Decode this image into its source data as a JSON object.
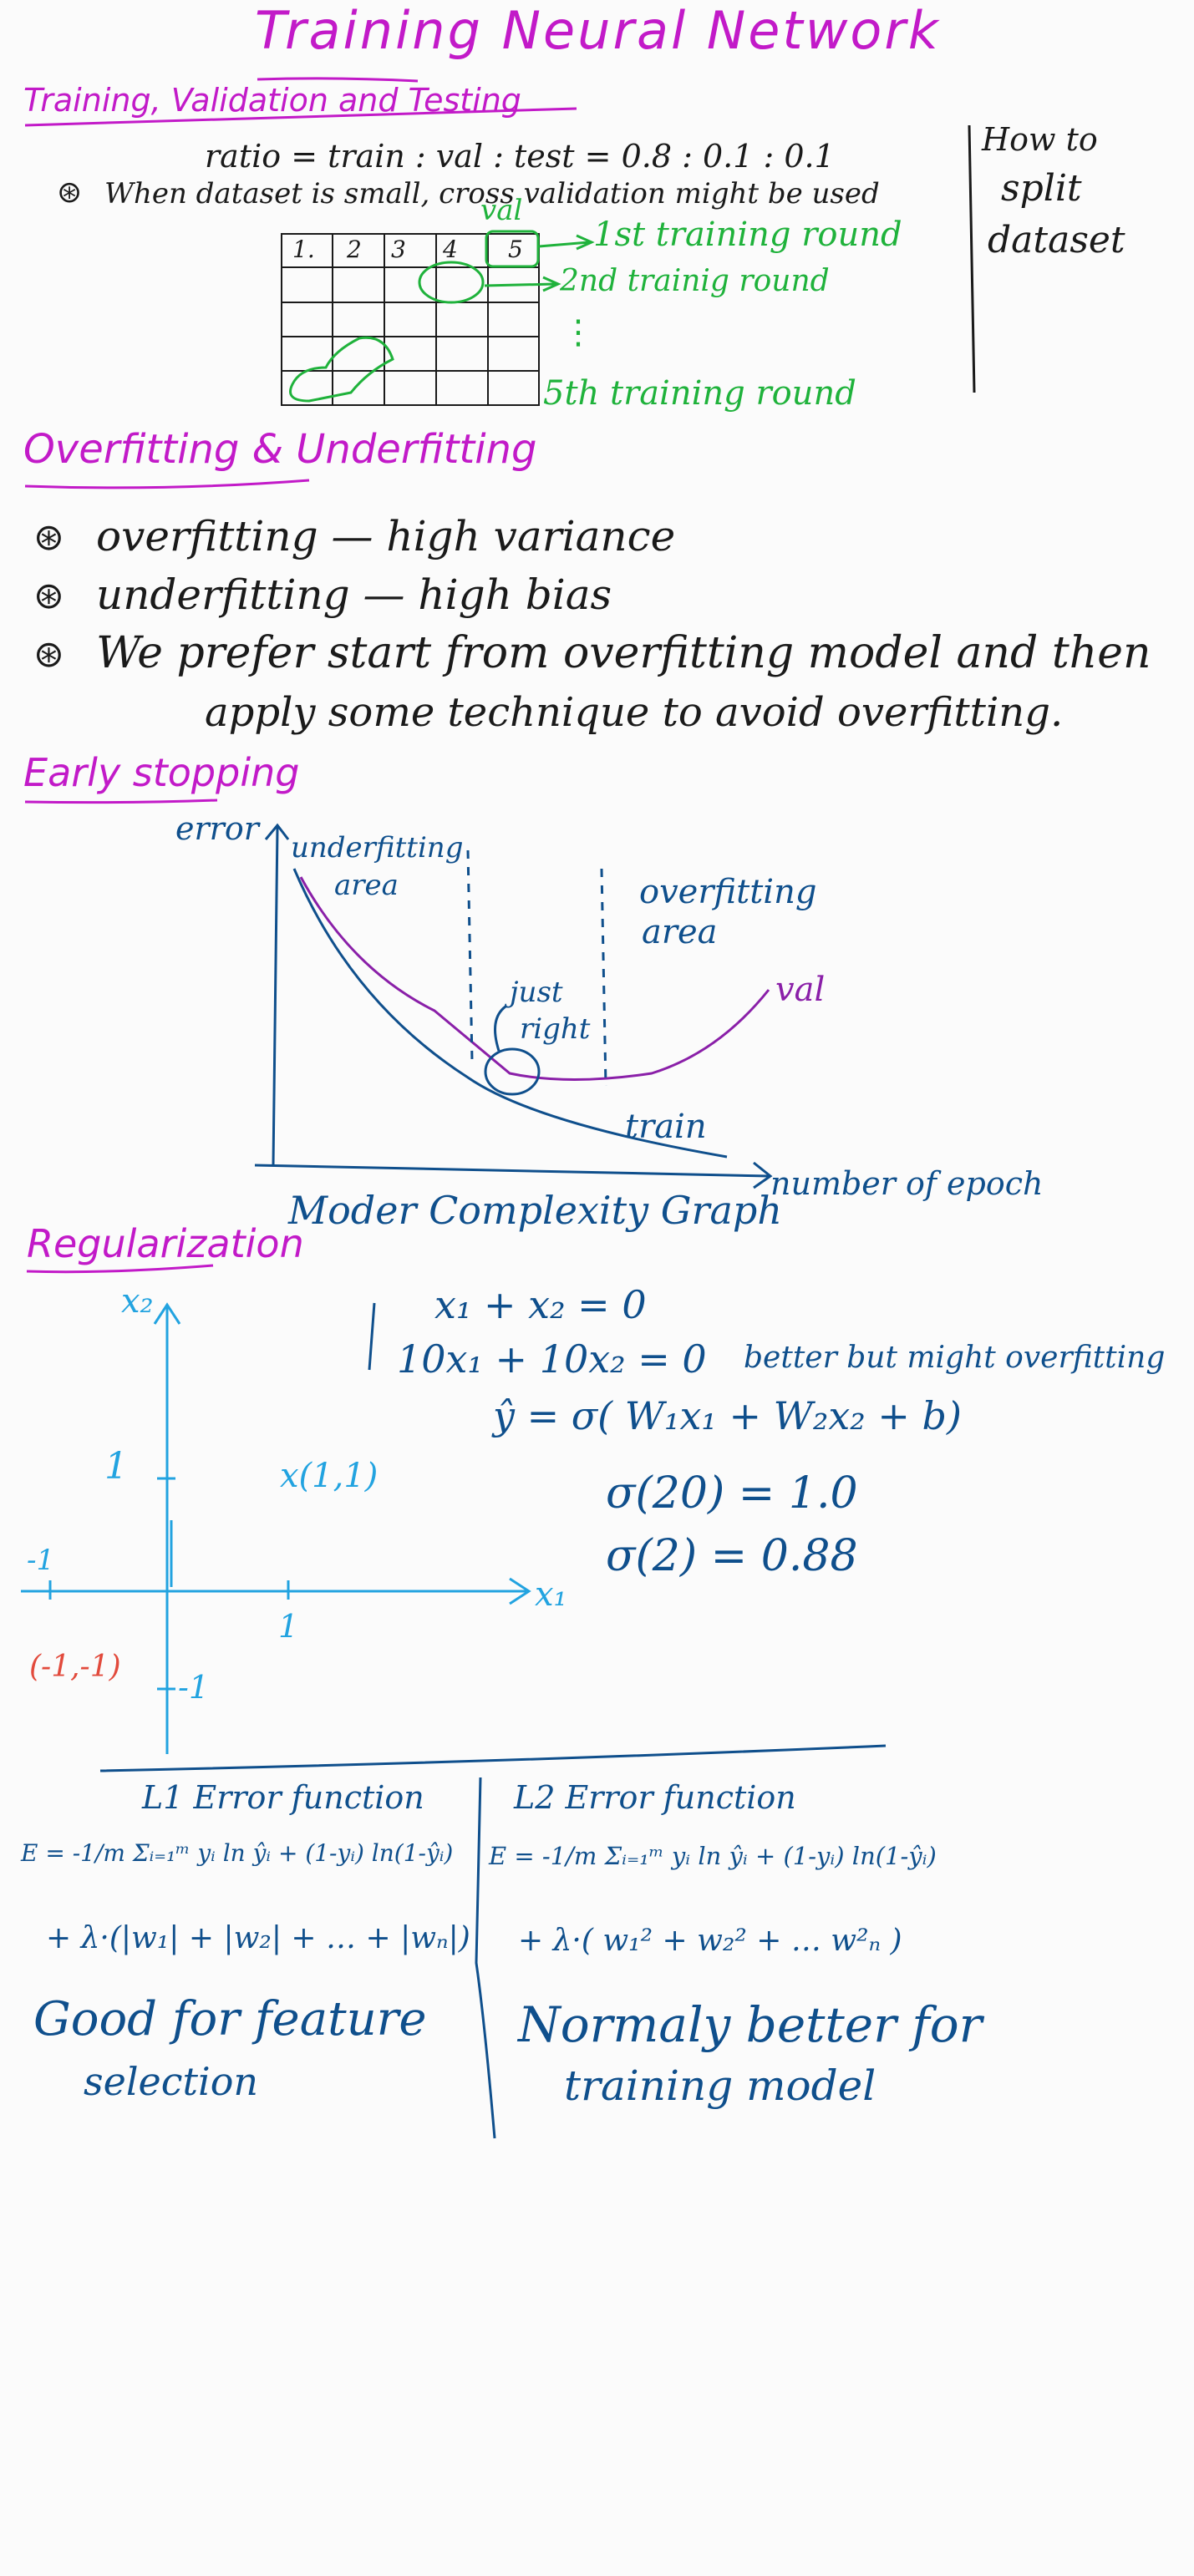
{
  "title": "Training Neural Network",
  "section1": {
    "heading": "Training, Validation and Testing",
    "ratio": "ratio = train : val : test = 0.8 : 0.1 : 0.1",
    "note_bullet": "⊛",
    "note": "When dataset is small, cross validation might be used",
    "side_note": [
      "How to",
      "split",
      "dataset"
    ],
    "grid_headers": [
      "1.",
      "2",
      "3",
      "4",
      "5"
    ],
    "val_label": "val",
    "round1": "1st training round",
    "round2": "2nd trainig round",
    "ellipsis": "⋮",
    "round5": "5th training round"
  },
  "section2": {
    "heading": "Overfitting & Underfitting",
    "bullet": "⊛",
    "items": [
      "overfitting — high variance",
      "underfitting — high bias",
      "We prefer start from overfitting model and then"
    ],
    "continuation": "apply some technique to avoid overfitting."
  },
  "section3": {
    "heading": "Early stopping",
    "y_label": "error",
    "x_label": "number of epoch",
    "underfit_area": [
      "underfitting",
      "area"
    ],
    "overfit_area": [
      "overfitting",
      "area"
    ],
    "just_right": [
      "just",
      "right"
    ],
    "val_curve": "val",
    "train_curve": "train",
    "caption": "Moder Complexity Graph"
  },
  "section4": {
    "heading": "Regularization",
    "axis_x": "x₁",
    "axis_y": "x₂",
    "tick_x_pos": "1",
    "tick_x_neg": "-1",
    "tick_y_pos": "1",
    "tick_y_neg": "-1",
    "point_a": "x(1,1)",
    "point_b": "(-1,-1)",
    "eq1": "x₁ + x₂ = 0",
    "eq2": "10x₁ + 10x₂ = 0",
    "eq2_note": "better but might overfitting",
    "eq3": "ŷ = σ( W₁x₁ + W₂x₂ + b)",
    "eq4": "σ(20) = 1.0",
    "eq5": "σ(2) = 0.88"
  },
  "section5": {
    "l1_title": "L1  Error function",
    "l1_formula1": "E = -1/m Σᵢ₌₁ᵐ yᵢ ln ŷᵢ + (1-yᵢ) ln(1-ŷᵢ)",
    "l1_formula2": "+ λ·(|w₁| + |w₂| + … + |wₙ|)",
    "l1_note": [
      "Good for feature",
      "selection"
    ],
    "l2_title": "L2     Error function",
    "l2_formula1": "E = -1/m Σᵢ₌₁ᵐ yᵢ ln ŷᵢ + (1-yᵢ) ln(1-ŷᵢ)",
    "l2_formula2": "+ λ·( w₁² + w₂² + … w²ₙ )",
    "l2_note": [
      "Normaly better for",
      "training model"
    ]
  },
  "colors": {
    "heading": "#c21ac8",
    "ink": "#1a1a1a",
    "green": "#1fb23b",
    "blue": "#0f4f8c",
    "purple": "#8a1fa8",
    "sky": "#22a3e0",
    "red": "#e24a3c"
  }
}
